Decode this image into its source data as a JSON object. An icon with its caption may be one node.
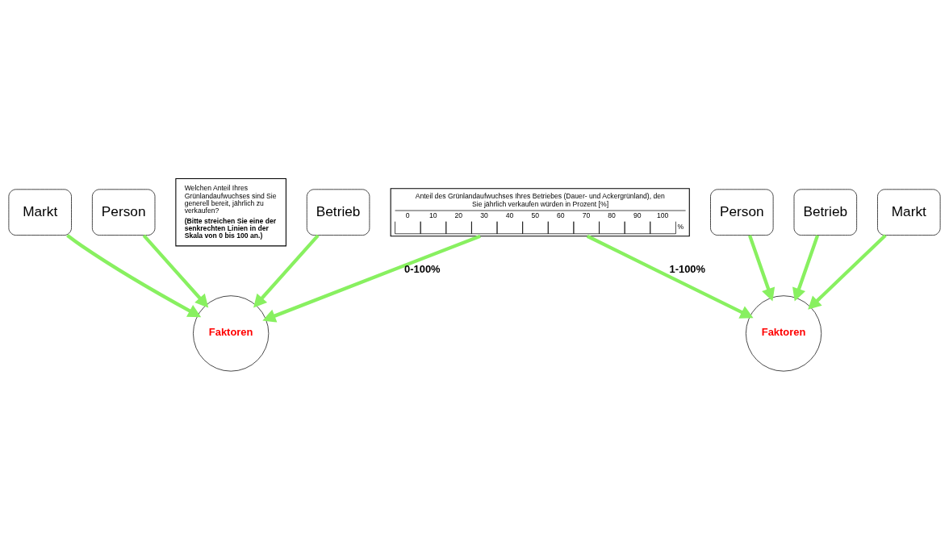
{
  "diagram": {
    "nodes": [
      {
        "text": [
          "Welchen Anteil Ihres Grünlandaufwuchses sind Sie generell bereit, jährlich zu verkaufen?",
          "(Bitte streichen Sie eine der senkrechten Linien in der Skala von 0 bis 100 an.)"
        ]
      },
      {
        "text": [
          "Anteil des Grünlandaufwuchses Ihres Betriebes (Dauer- und Ackergrünland), den Sie jährlich verkaufen würden in Prozent [%]",
          "0",
          "10",
          "20",
          "30",
          "40",
          "50",
          "60",
          "70",
          "80",
          "90",
          "100",
          "%"
        ]
      },
      {
        "text": [
          "Faktoren"
        ]
      },
      {
        "text": [
          "Person"
        ]
      },
      {
        "text": [
          "Markt"
        ]
      },
      {
        "text": [
          "Betrieb"
        ]
      },
      {
        "text": [
          "Faktoren"
        ]
      },
      {
        "text": [
          "Person"
        ]
      },
      {
        "text": [
          "Markt"
        ]
      },
      {
        "text": [
          "Betrieb"
        ]
      }
    ],
    "edges": [
      {
        "from": 1,
        "to": 2,
        "arrow": "to",
        "label": "0-100%"
      },
      {
        "from": 1,
        "to": 6,
        "arrow": "to",
        "label": "1-100%"
      },
      {
        "from": 3,
        "to": 2,
        "arrow": "to"
      },
      {
        "from": 4,
        "to": 2,
        "arrow": "to"
      },
      {
        "from": 5,
        "to": 2,
        "arrow": "to"
      },
      {
        "from": 7,
        "to": 6,
        "arrow": "to"
      },
      {
        "from": 8,
        "to": 6,
        "arrow": "to"
      },
      {
        "from": 9,
        "to": 6,
        "arrow": "to"
      }
    ]
  }
}
